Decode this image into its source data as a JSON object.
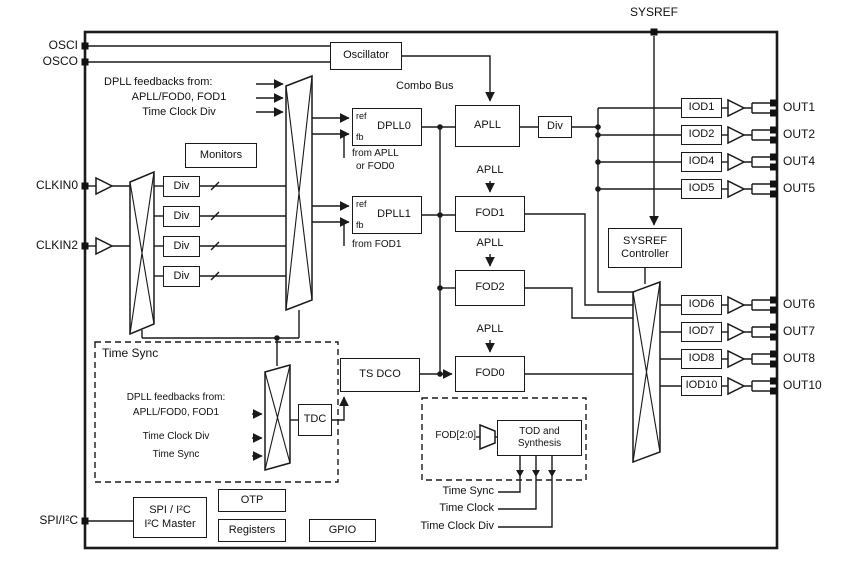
{
  "pins": {
    "osci": "OSCI",
    "osco": "OSCO",
    "clkin0": "CLKIN0",
    "clkin2": "CLKIN2",
    "spi": "SPI/I²C",
    "sysref": "SYSREF",
    "outputs_top": [
      "OUT1",
      "OUT2",
      "OUT4",
      "OUT5"
    ],
    "outputs_bottom": [
      "OUT6",
      "OUT7",
      "OUT8",
      "OUT10"
    ]
  },
  "blocks": {
    "oscillator": "Oscillator",
    "monitors": "Monitors",
    "input_dividers": [
      "Div",
      "Div",
      "Div",
      "Div"
    ],
    "dpll0": {
      "label": "DPLL0",
      "ref": "ref",
      "fb": "fb"
    },
    "dpll1": {
      "label": "DPLL1",
      "ref": "ref",
      "fb": "fb"
    },
    "apll": "APLL",
    "apll_div": "Div",
    "fod1": "FOD1",
    "fod2": "FOD2",
    "fod0": "FOD0",
    "ts_dco": "TS DCO",
    "tdc": "TDC",
    "tod": "TOD and Synthesis",
    "sysref_controller": {
      "line1": "SYSREF",
      "line2": "Controller"
    },
    "iod_top": [
      "IOD1",
      "IOD2",
      "IOD4",
      "IOD5"
    ],
    "iod_bottom": [
      "IOD6",
      "IOD7",
      "IOD8",
      "IOD10"
    ],
    "spi": {
      "line1": "SPI / I²C",
      "line2": "I²C Master"
    },
    "otp": "OTP",
    "registers": "Registers",
    "gpio": "GPIO"
  },
  "notes": {
    "combo_bus": "Combo Bus",
    "dpll_fb_top": {
      "l1": "DPLL feedbacks from:",
      "l2": "APLL/FOD0, FOD1",
      "l3": "Time Clock Div"
    },
    "from_apll": {
      "l1": "from APLL",
      "l2": "or FOD0"
    },
    "from_fod1": "from FOD1",
    "apll_tap": "APLL",
    "time_sync_title": "Time Sync",
    "dpll_fb_bottom": {
      "l1": "DPLL feedbacks from:",
      "l2": "APLL/FOD0, FOD1",
      "l3": "Time Clock Div",
      "l4": "Time Sync"
    },
    "fod20": "FOD[2:0]",
    "bottom_time_sync": "Time Sync",
    "bottom_time_clock": "Time Clock",
    "bottom_time_clock_div": "Time Clock Div"
  }
}
